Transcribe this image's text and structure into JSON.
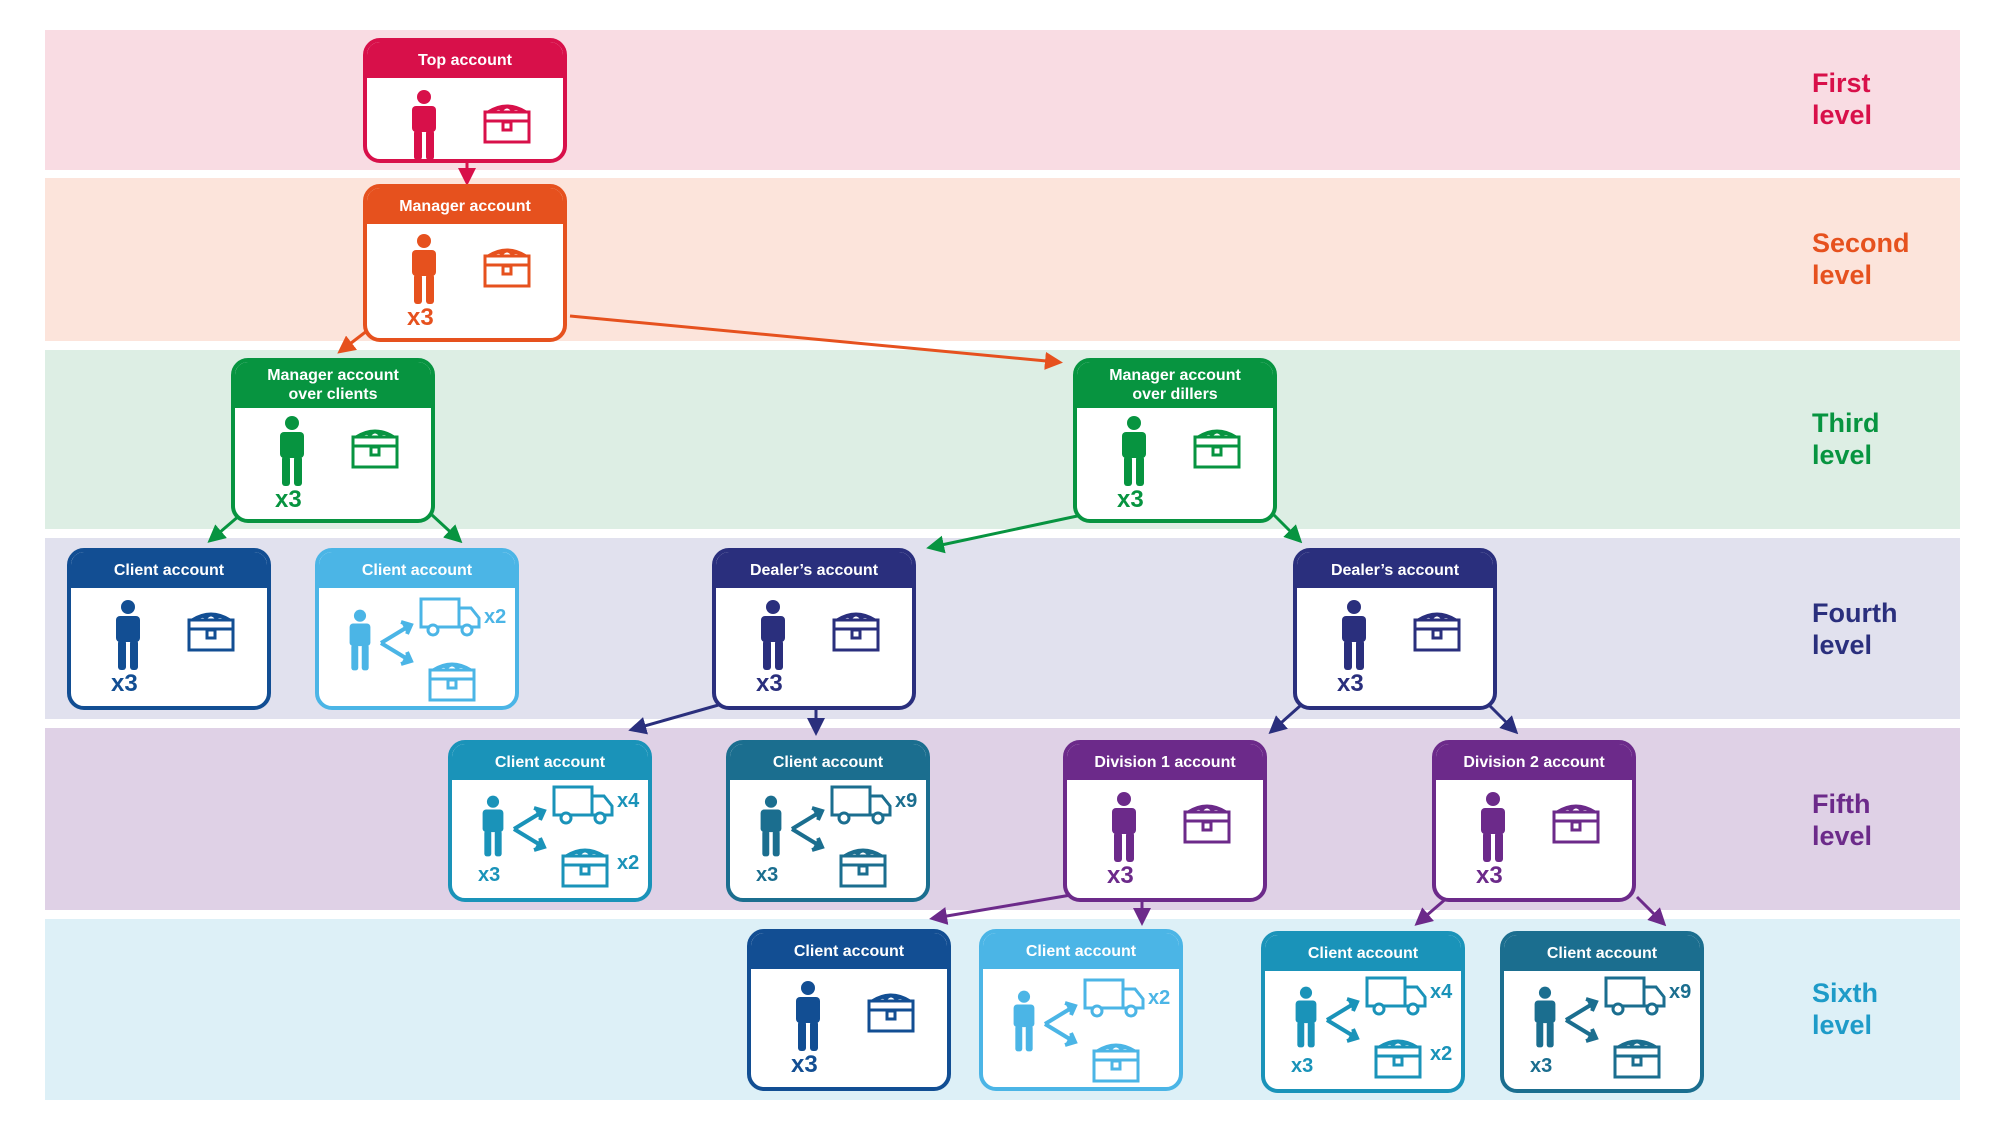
{
  "colors": {
    "first": "#D8104A",
    "second": "#E6511E",
    "third": "#079440",
    "fourth": "#2A2F7D",
    "fifth": "#6C2A8A",
    "sixth": "#1E9BC8",
    "client_dark": "#124E93",
    "client_light": "#4BB5E6",
    "client_cyan": "#1A93B9",
    "client_teal": "#1B6E8F"
  },
  "levels": [
    {
      "label": "First\nlevel"
    },
    {
      "label": "Second\nlevel"
    },
    {
      "label": "Third\nlevel"
    },
    {
      "label": "Fourth\nlevel"
    },
    {
      "label": "Fifth\nlevel"
    },
    {
      "label": "Sixth\nlevel"
    }
  ],
  "cards": {
    "top": {
      "title": "Top account"
    },
    "manager": {
      "title": "Manager account",
      "mult": "x3"
    },
    "mgr_clients": {
      "title": "Manager account\nover clients",
      "mult": "x3"
    },
    "mgr_dillers": {
      "title": "Manager account\nover dillers",
      "mult": "x3"
    },
    "l4_client_a": {
      "title": "Client account",
      "mult": "x3"
    },
    "l4_client_b": {
      "title": "Client account",
      "truck": "x2"
    },
    "l4_dealer_a": {
      "title": "Dealer’s account",
      "mult": "x3"
    },
    "l4_dealer_b": {
      "title": "Dealer’s account",
      "mult": "x3"
    },
    "l5_client_a": {
      "title": "Client account",
      "truck": "x4",
      "chest": "x2",
      "mult": "x3"
    },
    "l5_client_b": {
      "title": "Client account",
      "truck": "x9",
      "mult": "x3"
    },
    "l5_div1": {
      "title": "Division 1 account",
      "mult": "x3"
    },
    "l5_div2": {
      "title": "Division 2 account",
      "mult": "x3"
    },
    "l6_client_a": {
      "title": "Client account",
      "mult": "x3"
    },
    "l6_client_b": {
      "title": "Client account",
      "truck": "x2"
    },
    "l6_client_c": {
      "title": "Client account",
      "truck": "x4",
      "chest": "x2",
      "mult": "x3"
    },
    "l6_client_d": {
      "title": "Client account",
      "truck": "x9",
      "mult": "x3"
    }
  }
}
